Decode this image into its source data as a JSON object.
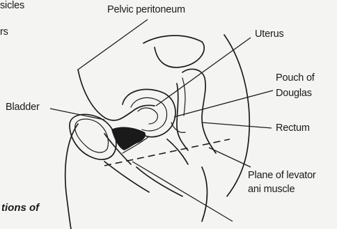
{
  "labels": {
    "top_left_1": "sicles",
    "top_left_2": "rs",
    "pelvic_peritoneum": "Pelvic peritoneum",
    "uterus": "Uterus",
    "pouch_of_douglas_1": "Pouch of",
    "pouch_of_douglas_2": "Douglas",
    "bladder": "Bladder",
    "rectum": "Rectum",
    "levator_1": "Plane of levator",
    "levator_2": "ani muscle"
  },
  "caption": "tions of",
  "colors": {
    "ink": "#1c1c1c",
    "paper": "#f4f4f2"
  }
}
